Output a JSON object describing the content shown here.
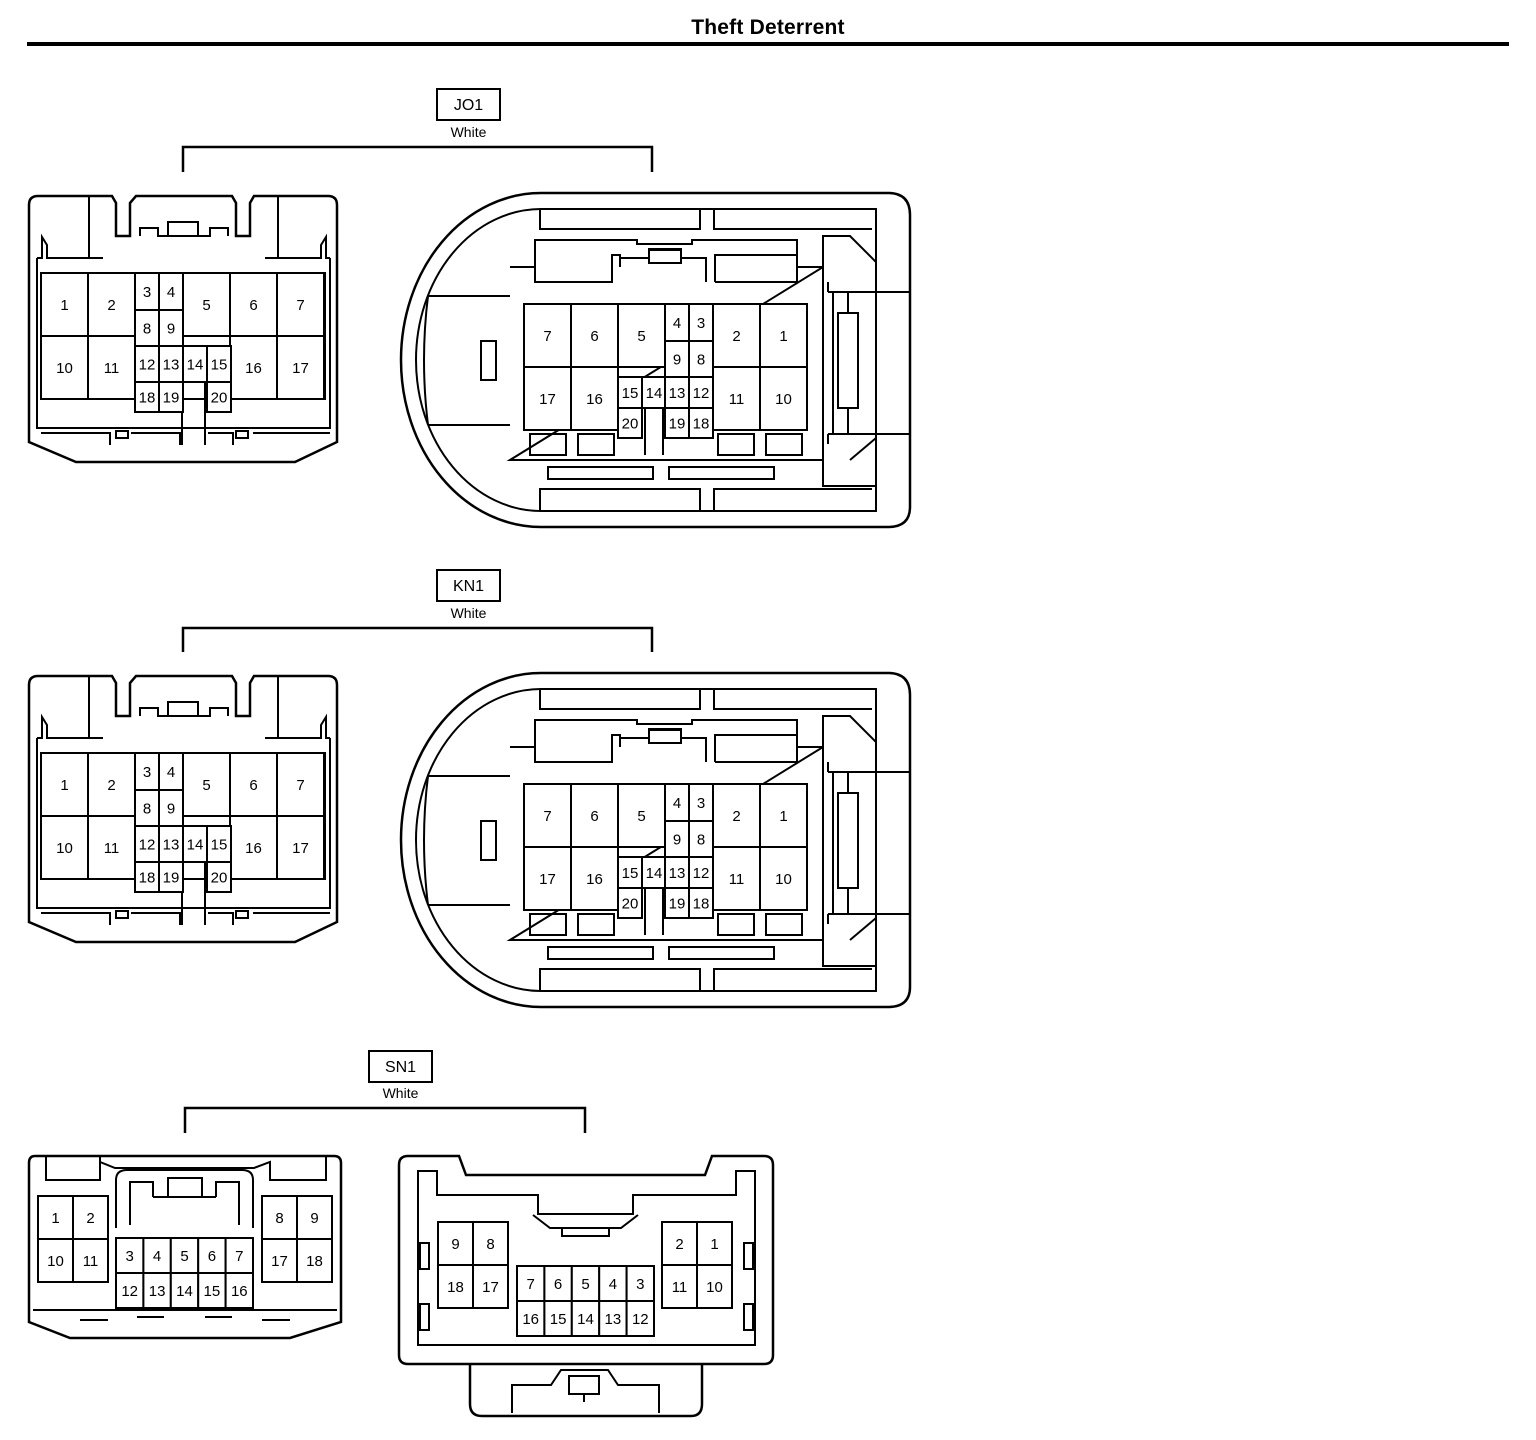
{
  "page": {
    "title": "Theft Deterrent"
  },
  "connectors": [
    {
      "id": "JO1",
      "label": "JO1",
      "color": "White"
    },
    {
      "id": "KN1",
      "label": "KN1",
      "color": "White"
    },
    {
      "id": "SN1",
      "label": "SN1",
      "color": "White"
    }
  ]
}
